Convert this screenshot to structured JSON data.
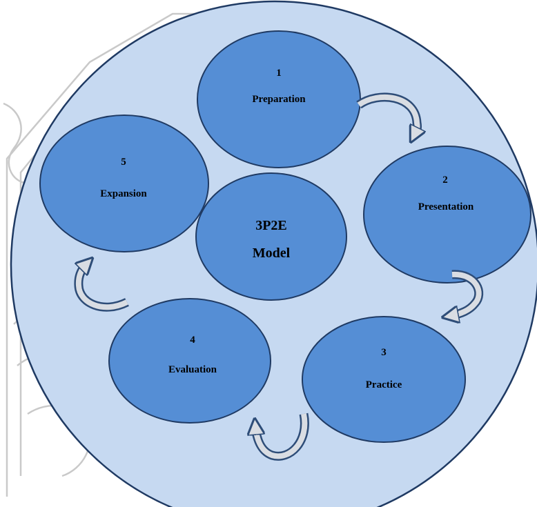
{
  "diagram": {
    "center": {
      "line1": "3P2E",
      "line2": "Model"
    },
    "stages": [
      {
        "number": "1",
        "label": "Preparation"
      },
      {
        "number": "2",
        "label": "Presentation"
      },
      {
        "number": "3",
        "label": "Practice"
      },
      {
        "number": "4",
        "label": "Evaluation"
      },
      {
        "number": "5",
        "label": "Expansion"
      }
    ]
  },
  "colors": {
    "outer_fill": "#c6d9f1",
    "outer_stroke": "#1f3a63",
    "node_fill": "#558ed5",
    "node_stroke": "#1f3a63",
    "arrow_fill": "#d9dde3",
    "arrow_stroke": "#2e4d78",
    "watermark": "#bfbfbf"
  }
}
